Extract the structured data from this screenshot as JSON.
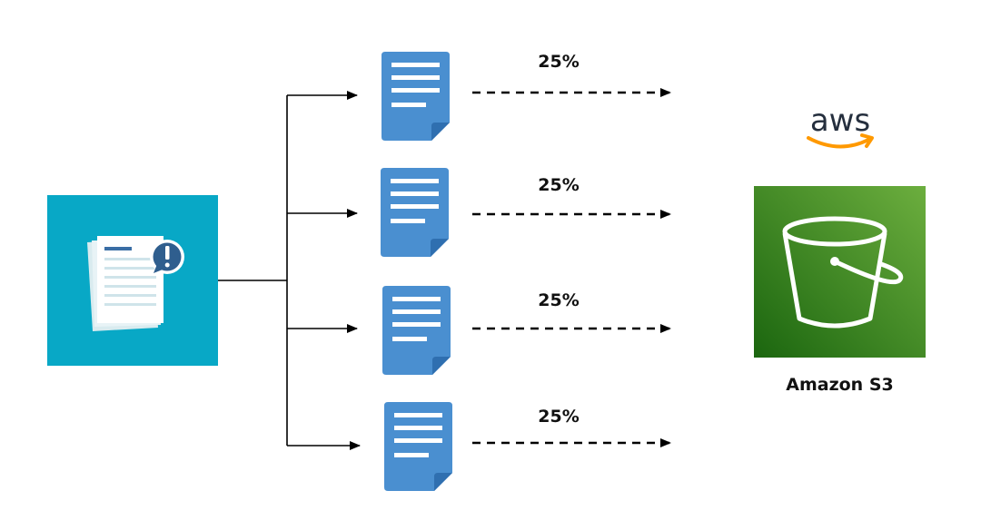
{
  "source": {
    "icon": "document-alert-icon",
    "bg_color": "#08A8C6"
  },
  "chunks": [
    {
      "percent": "25%",
      "icon": "document-icon"
    },
    {
      "percent": "25%",
      "icon": "document-icon"
    },
    {
      "percent": "25%",
      "icon": "document-icon"
    },
    {
      "percent": "25%",
      "icon": "document-icon"
    }
  ],
  "destination": {
    "label": "Amazon S3",
    "logo_text": "aws",
    "icon": "bucket-icon",
    "colors": {
      "aws_orange": "#FF9900",
      "s3_green_dark": "#1B660F",
      "s3_green_light": "#6CAE3E",
      "doc_blue": "#4A8FD0"
    }
  }
}
